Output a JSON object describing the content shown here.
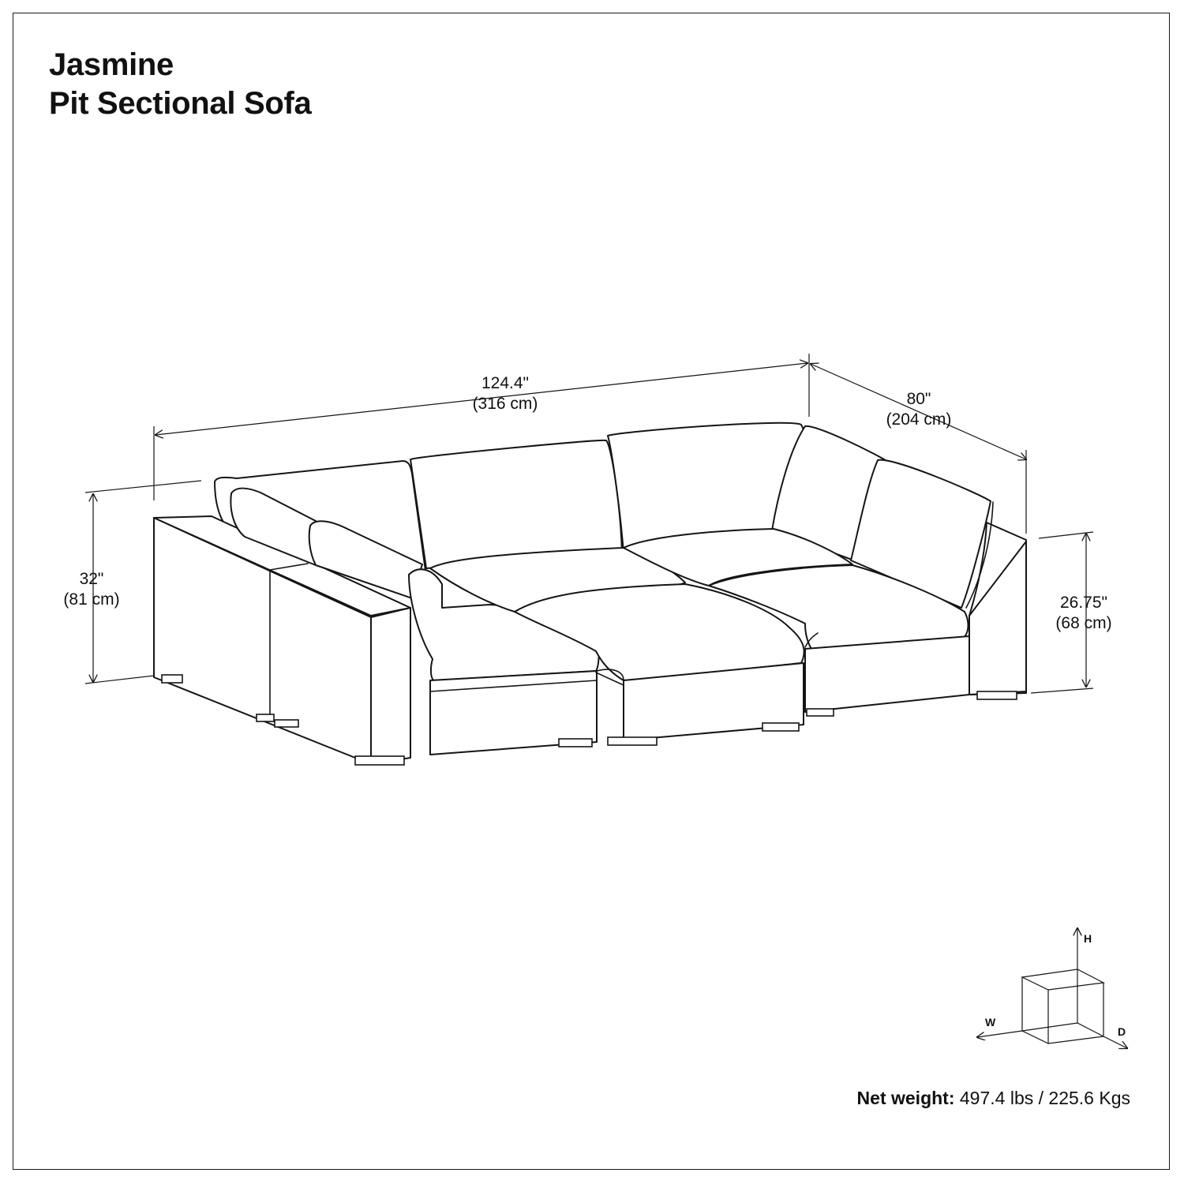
{
  "title": {
    "line1": "Jasmine",
    "line2": "Pit Sectional Sofa"
  },
  "dimensions": {
    "width": {
      "imperial": "124.4\"",
      "metric": "(316 cm)"
    },
    "depth": {
      "imperial": "80\"",
      "metric": "(204 cm)"
    },
    "height": {
      "imperial": "32\"",
      "metric": "(81 cm)"
    },
    "seat_height": {
      "imperial": "26.75\"",
      "metric": "(68 cm)"
    }
  },
  "orientation_key": {
    "height_label": "H",
    "width_label": "W",
    "depth_label": "D"
  },
  "net_weight": {
    "label": "Net weight:",
    "value": "497.4 lbs / 225.6 Kgs"
  }
}
